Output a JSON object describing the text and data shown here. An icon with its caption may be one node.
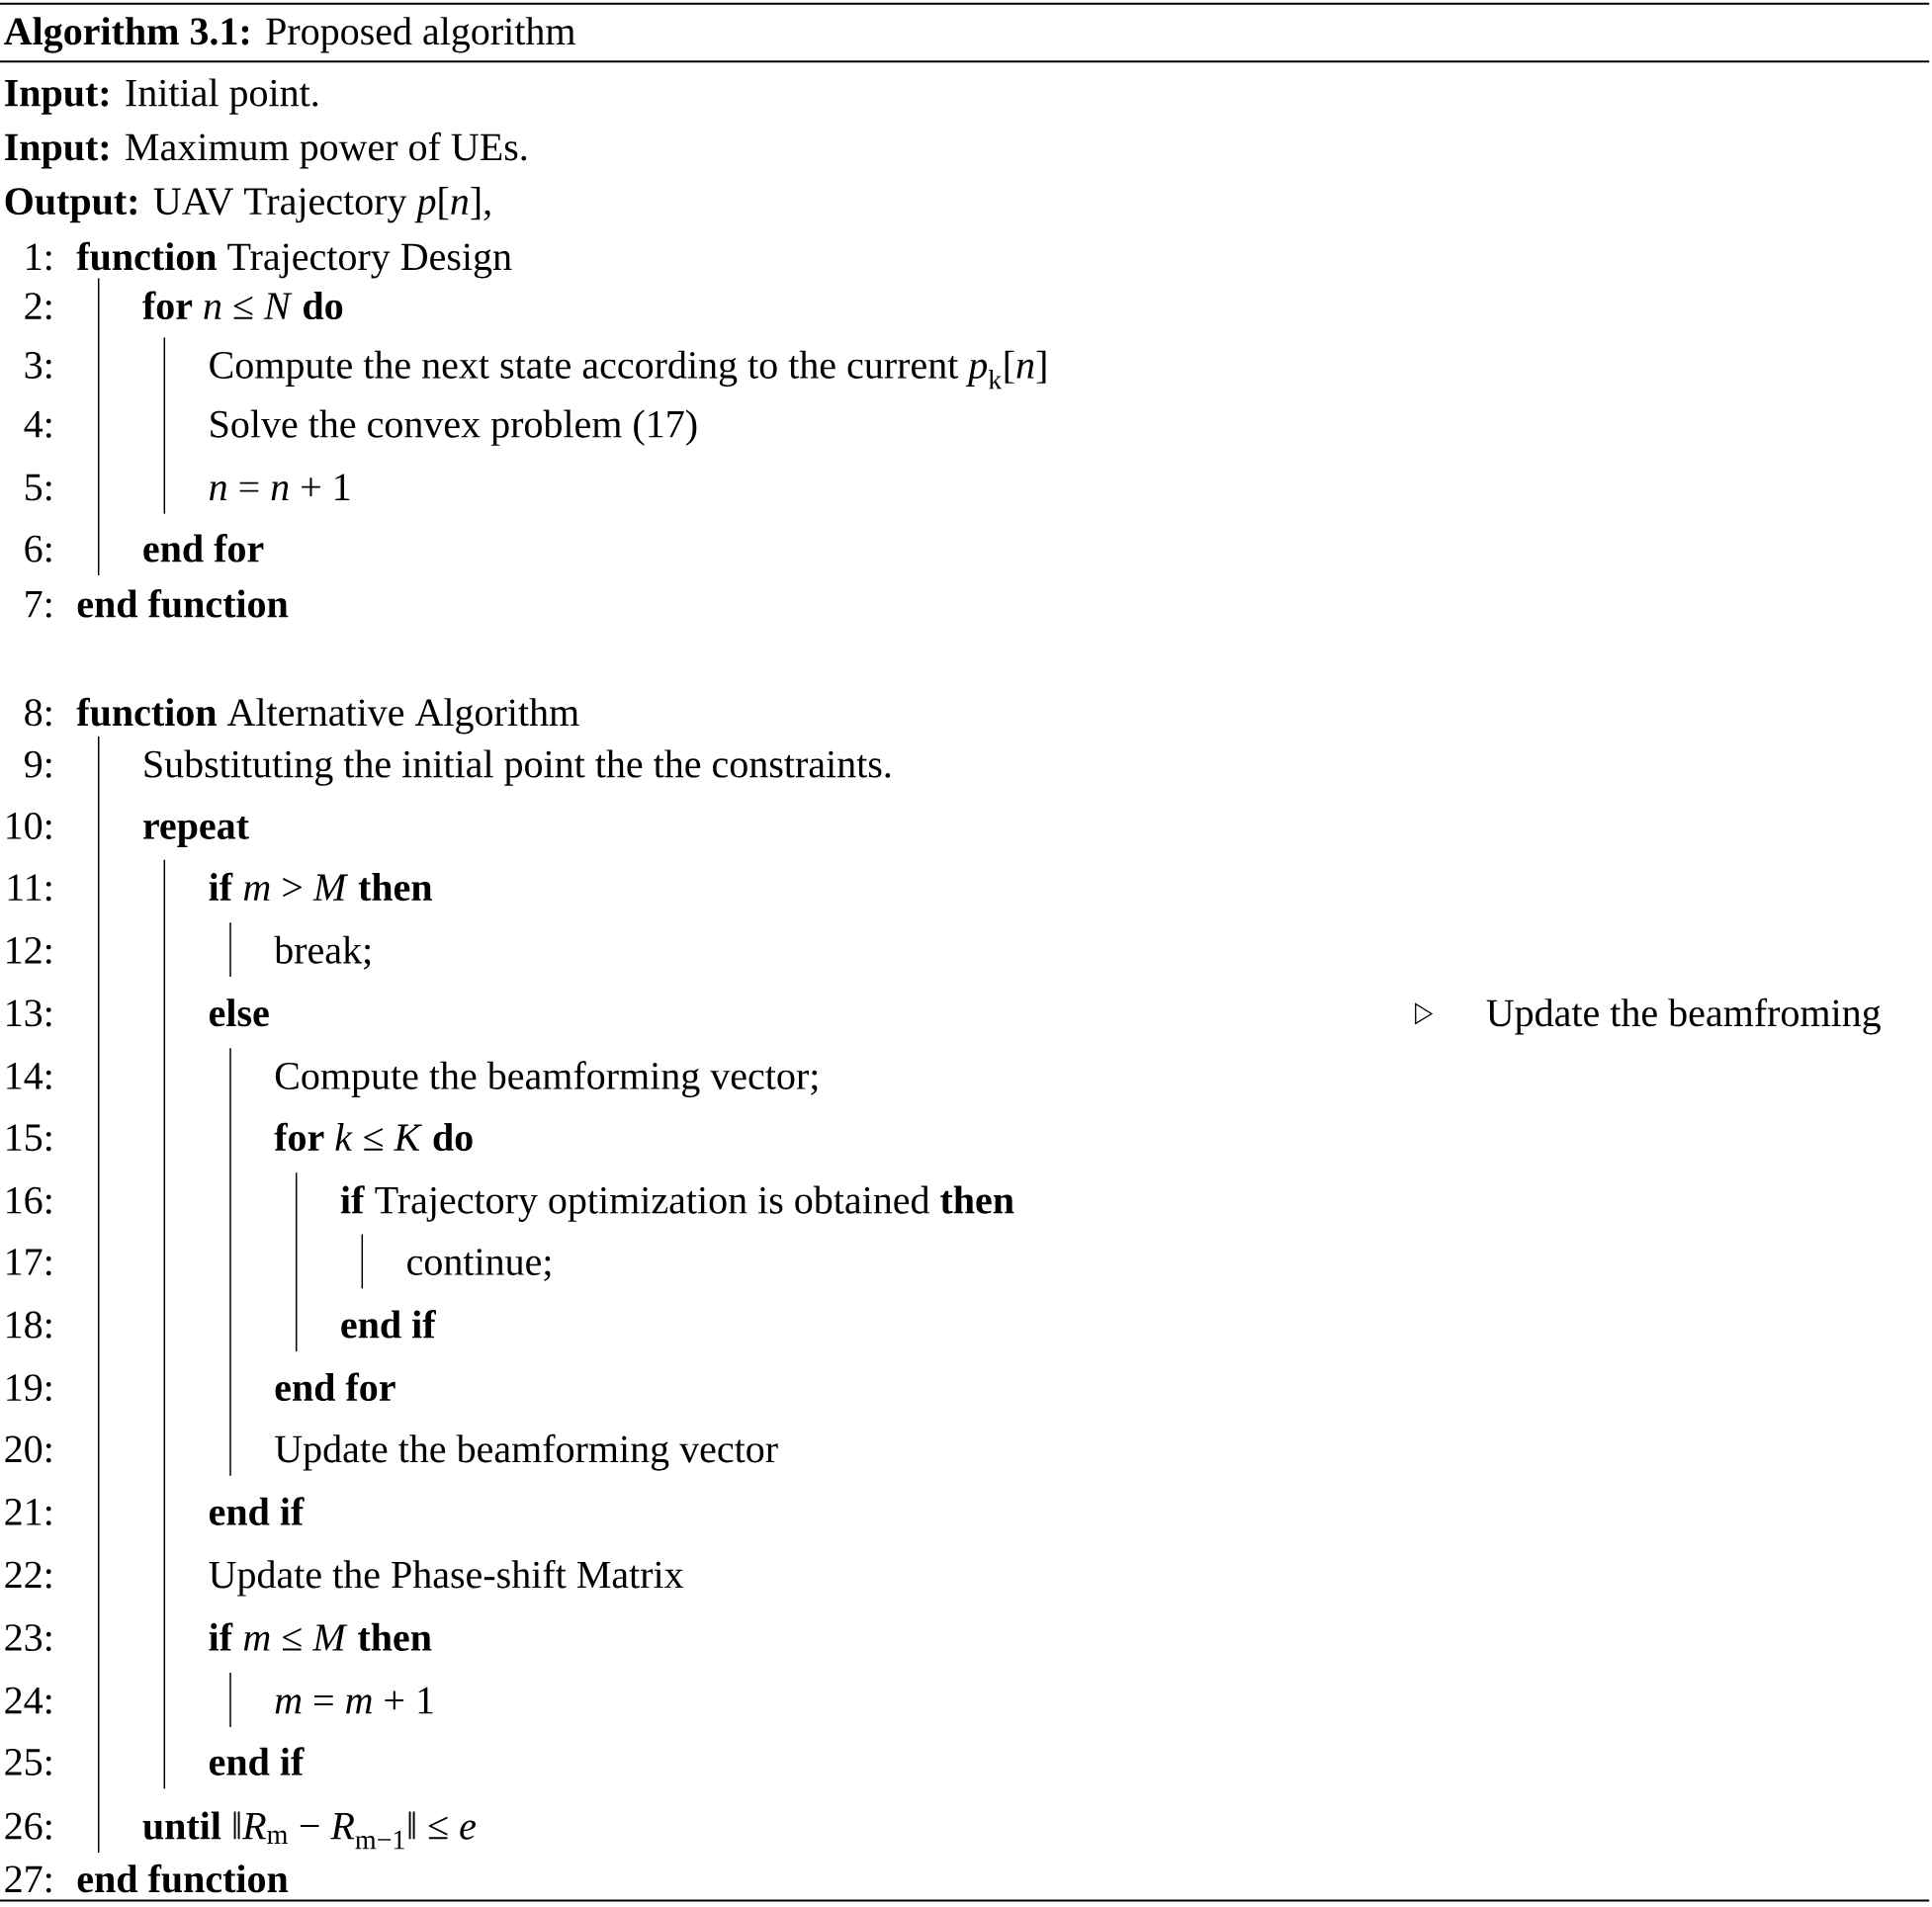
{
  "diagram": {
    "title": "**Algorithm 3.1:** Proposed algorithm",
    "labels": [
      "**Input:** Initial point.",
      "**Input:** Maximum power of UEs.",
      "**Output:** UAV Trajectory *p*[*n*],",
      "1:",
      "**function** Trajectory Design",
      "2:",
      "**for** *n* ≤ *N* **do**",
      "3:",
      "Compute the next state according to the current *p*$_{k}$[*n*]",
      "4:",
      "Solve the convex problem (17)",
      "5:",
      "*n* = *n* + 1",
      "6:",
      "**end for**",
      "7:",
      "**end function**",
      "8:",
      "**function** Alternative Algorithm",
      "9:",
      "Substituting the initial point the the constraints.",
      "10:",
      "**repeat**",
      "11:",
      "**if** *m* > *M*  **then**",
      "12:",
      "break;",
      "13:",
      "**else**",
      "Update the beamfroming",
      "14:",
      "Compute the beamforming vector;",
      "15:",
      "**for** *k* ≤ *K* **do**",
      "16:",
      "**if** Trajectory optimization is obtained **then**",
      "17:",
      "continue;",
      "18:",
      "**end if**",
      "19:",
      "**end for**",
      "20:",
      "Update the beamforming vector",
      "21:",
      "**end if**",
      "22:",
      "Update the Phase-shift Matrix",
      "23:",
      "**if** *m* ≤ *M* **then**",
      "24:",
      "*m* = *m* + 1",
      "25:",
      "**end if**",
      "26:",
      "**until** ‖*R*$_{m}$ − *R*$_{m−1}$‖ ≤ *e*",
      "27:",
      "**end function**"
    ]
  }
}
